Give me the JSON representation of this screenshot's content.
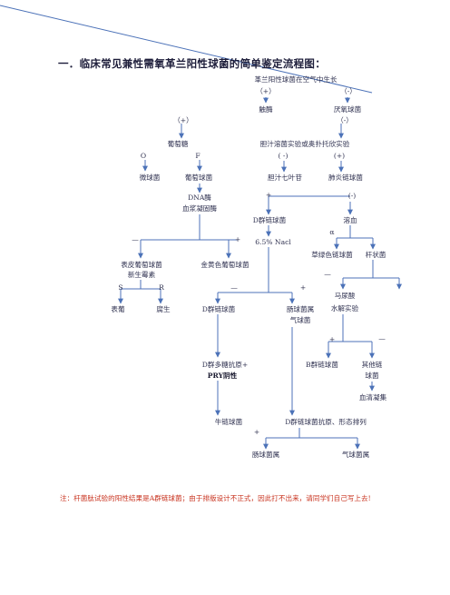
{
  "title": "一．临床常见兼性需氧革兰阳性球菌的简单鉴定流程图：",
  "nodes": {
    "root": "革兰阳性球菌在空气中生长",
    "root_pos": "（+）",
    "root_neg": "（-）",
    "catalase": "触酶",
    "anaerobic_cocci": "厌氧球菌",
    "catalase_pos": "（+）",
    "catalase_neg": "（-）",
    "glucose": "葡萄糖",
    "bile_test": "胆汁溶菌实验或奥扑托欣实验",
    "glucose_o": "O",
    "glucose_f": "F",
    "bile_neg": "( -)",
    "bile_pos": "(+)",
    "micrococcus": "微球菌",
    "staphylococcus": "葡萄球菌",
    "bile_esculin": "胆汁七叶苷",
    "pneumococcus": "肺炎链球菌",
    "dnase": "DNA酶",
    "coagulase": "血浆凝固酶",
    "esculin_pos": "+",
    "esculin_neg": "(-)",
    "group_d_strep": "D群链球菌",
    "hemolysis": "溶血",
    "hemolysis_alpha": "α",
    "dnase_neg": "—",
    "dnase_pos": "+",
    "nacl": "6.5% Nacl",
    "viridans": "草绿色链球菌",
    "leuconostoc": "杆状菌",
    "s_epidermidis": "表皮葡萄球菌",
    "novobiocin": "新生霉素",
    "s_aureus": "金黄色葡萄球菌",
    "nov_s": "S",
    "nov_r": "R",
    "nacl_neg": "—",
    "nacl_pos": "+",
    "leuc_neg": "—",
    "hippurate": "马尿酸",
    "hydrolysis": "水解实验",
    "epidermidis_short": "表葡",
    "saprophyticus_short": "腐生",
    "group_d_strep_2": "D群链球菌",
    "enterococcus": "肠球菌属",
    "aerococcus": "气球菌",
    "hipp_pos": "+",
    "hipp_neg": "—",
    "group_d_polysacc": "D群多糖抗原+",
    "pry_neg": "PRY阴性",
    "group_b_strep": "B群链球菌",
    "other_strep": "其他链",
    "other_strep_2": "球菌",
    "serum_agglut": "血清凝集",
    "s_bovis": "牛链球菌",
    "d_antigen": "D群链球菌抗原、形态排列",
    "d_antigen_pos": "+",
    "enterococcus_genus": "肠球菌属",
    "aerococcus_genus": "气球菌属"
  },
  "note": "注：杆菌肽试验的阳性结果是A群链球菌；由于排版设计不正式，因此打不出来，请同学们自己写上去!",
  "colors": {
    "line": "#4c72b8",
    "note": "#c8321e"
  }
}
